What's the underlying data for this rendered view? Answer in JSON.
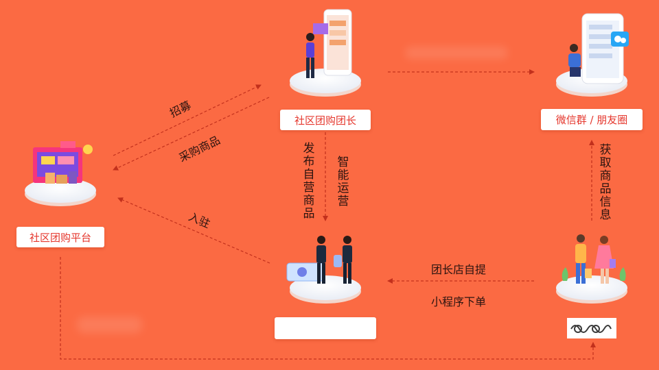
{
  "colors": {
    "background": "#fb6a43",
    "label_text": "#e5362c",
    "arrow": "#c2301c",
    "edge_text": "#2b1410"
  },
  "nodes": {
    "platform": {
      "label": "社区团购平台",
      "icon": "storefront-illustration"
    },
    "leader": {
      "label": "社区团购团长",
      "icon": "woman-with-phone-illustration"
    },
    "wechat": {
      "label": "微信群 / 朋友圈",
      "icon": "wechat-phone-illustration"
    },
    "merchant": {
      "label": "",
      "icon": "businessmen-meeting-illustration"
    },
    "consumer": {
      "label": "",
      "icon": "shoppers-couple-illustration"
    }
  },
  "edges": {
    "recruit": "招募",
    "purchase": "采购商品",
    "settle_in": "入驻",
    "publish": "发布自营商品",
    "operate": "智能运营",
    "get_info": "获取商品信息",
    "pickup": "团长店自提",
    "order": "小程序下单"
  }
}
